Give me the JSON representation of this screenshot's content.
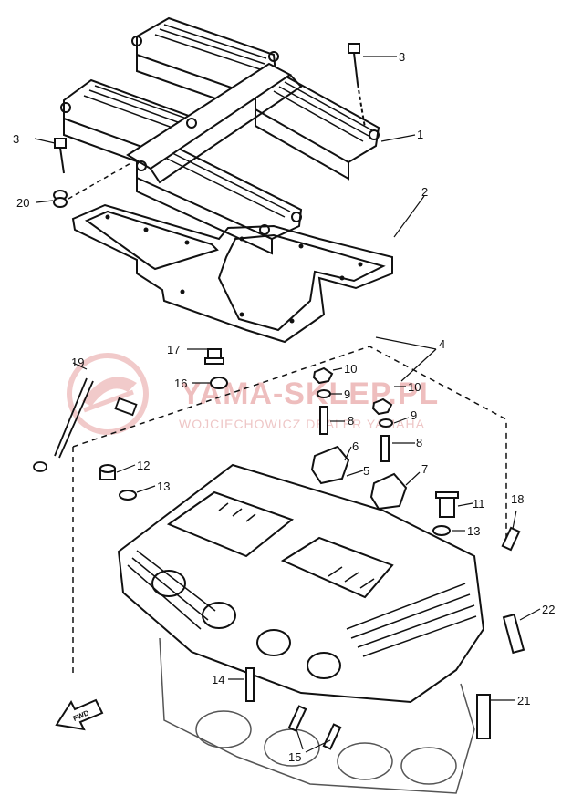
{
  "watermark": {
    "title": "YAMA-SKLEP.PL",
    "subtitle": "WOJCIECHOWICZ DEALER YAMAHA"
  },
  "direction_marker": "FWD",
  "callouts": {
    "c1": "1",
    "c2": "2",
    "c3a": "3",
    "c3b": "3",
    "c4": "4",
    "c5": "5",
    "c6": "6",
    "c7": "7",
    "c8a": "8",
    "c8b": "8",
    "c9a": "9",
    "c9b": "9",
    "c10a": "10",
    "c10b": "10",
    "c11": "11",
    "c12": "12",
    "c13a": "13",
    "c13b": "13",
    "c14": "14",
    "c15": "15",
    "c16": "16",
    "c17": "17",
    "c18": "18",
    "c19": "19",
    "c20": "20",
    "c21": "21",
    "c22": "22"
  }
}
